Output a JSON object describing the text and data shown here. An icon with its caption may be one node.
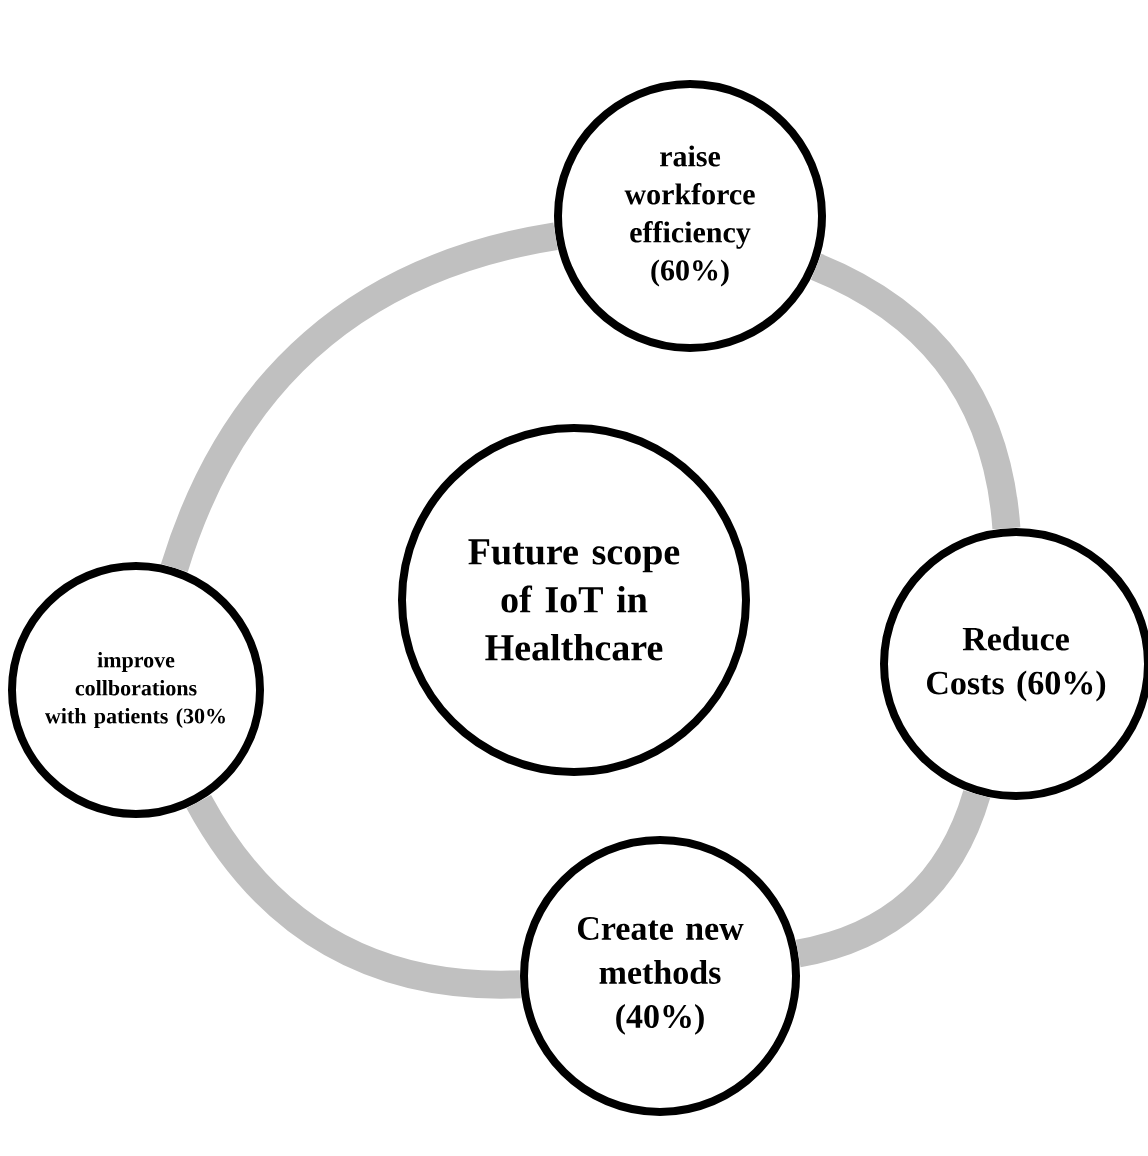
{
  "diagram": {
    "nodes": [
      {
        "text": [
          "raise workforce efficiency (60%)"
        ]
      },
      {
        "text": [
          "improve collborations with patients (30%"
        ]
      },
      {
        "text": [
          "Future scope of IoT in Healthcare"
        ]
      },
      {
        "text": [
          "Reduce Costs (60%)"
        ]
      },
      {
        "text": [
          "Create new methods (40%)"
        ]
      }
    ],
    "edges": [
      {
        "from": 0,
        "to": 3,
        "arrow": "none"
      },
      {
        "from": 3,
        "to": 4,
        "arrow": "none"
      },
      {
        "from": 4,
        "to": 1,
        "arrow": "none"
      },
      {
        "from": 1,
        "to": 0,
        "arrow": "none"
      }
    ]
  }
}
